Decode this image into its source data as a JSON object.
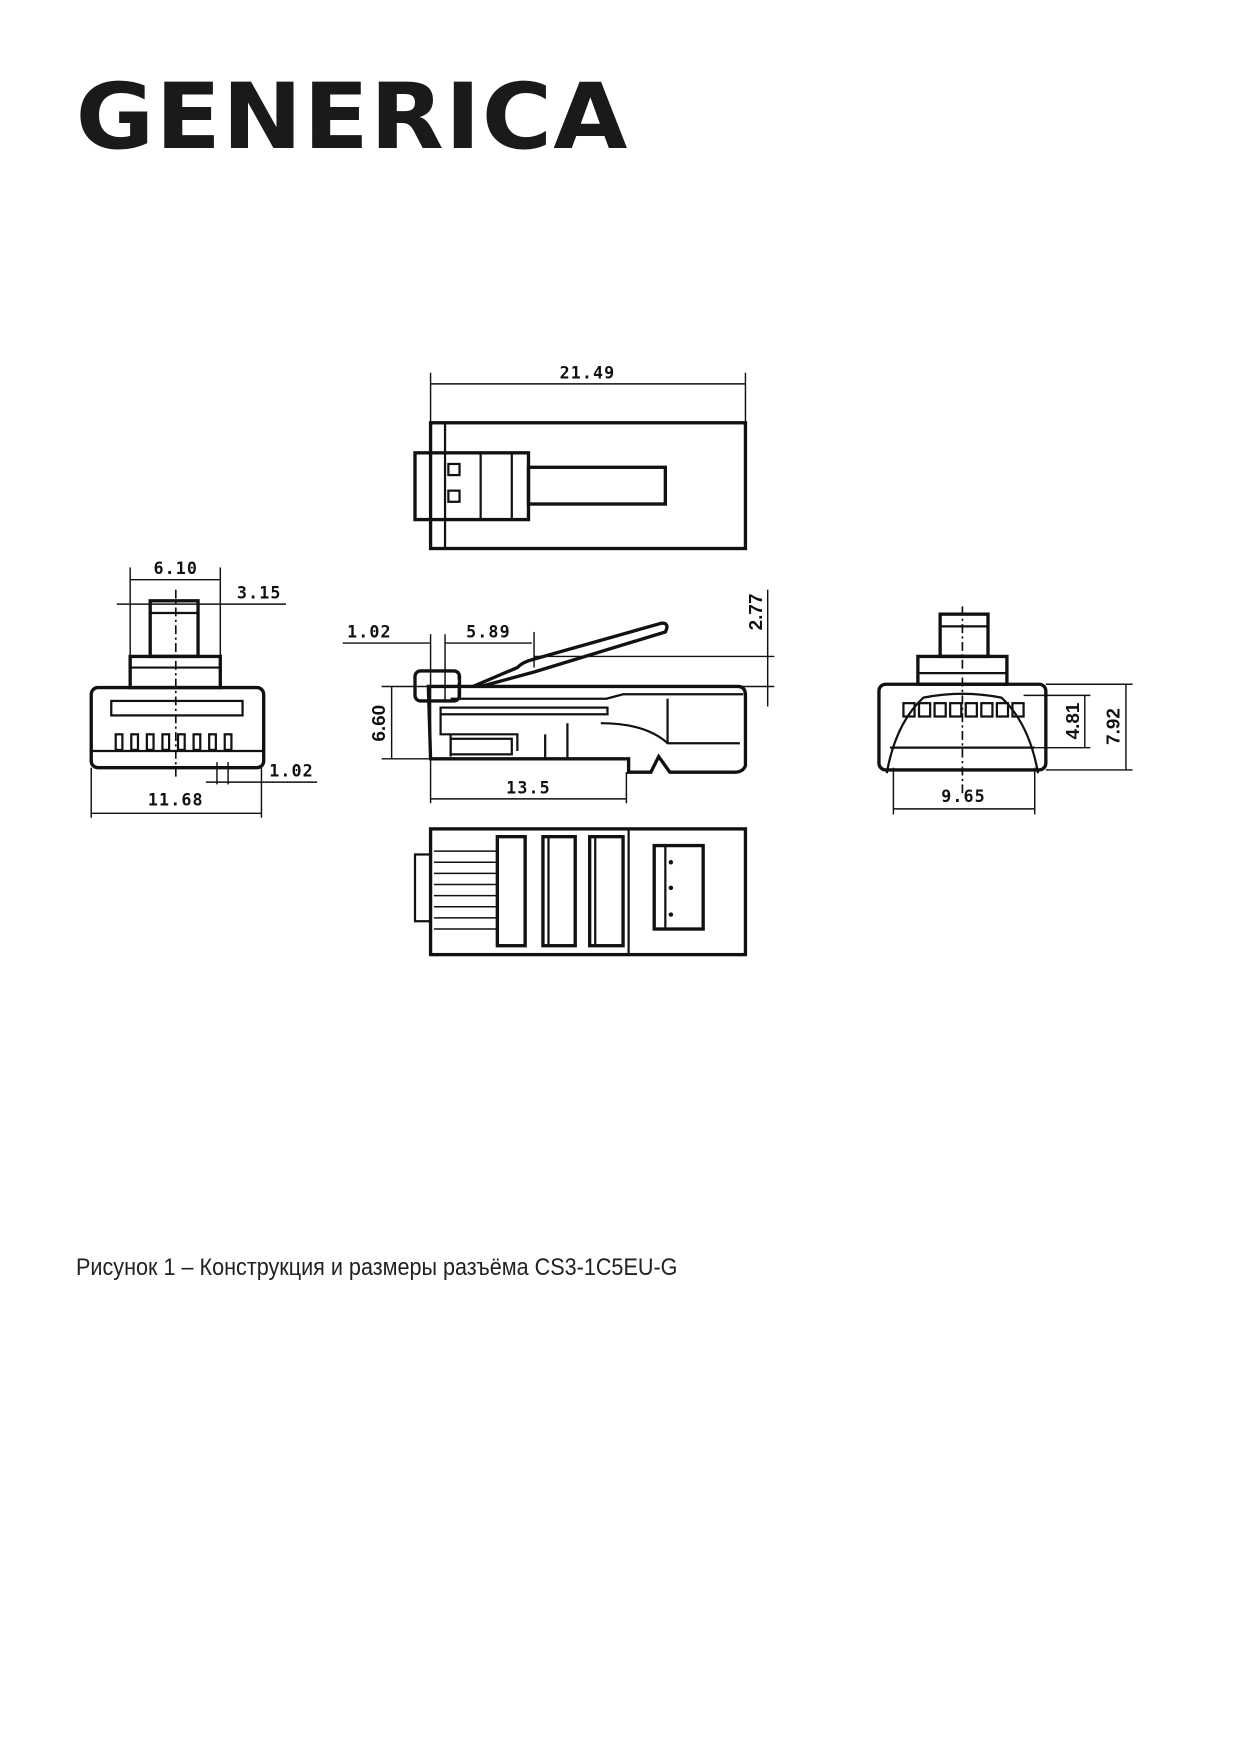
{
  "logo": {
    "text": "GENERICA"
  },
  "drawing": {
    "top_view": {
      "length": "21.49"
    },
    "front_view": {
      "width_top": "6.10",
      "latch_width": "3.15",
      "pitch": "1.02",
      "width_total": "11.68"
    },
    "side_view": {
      "tip": "1.02",
      "latch_offset": "5.89",
      "latch_height": "2.77",
      "height": "6.60",
      "length_body": "13.5"
    },
    "rear_view": {
      "width_inner": "9.65",
      "inner_height": "4.81",
      "height_total": "7.92"
    }
  },
  "caption": "Рисунок 1 – Конструкция и размеры разъёма CS3-1C5EU-G"
}
